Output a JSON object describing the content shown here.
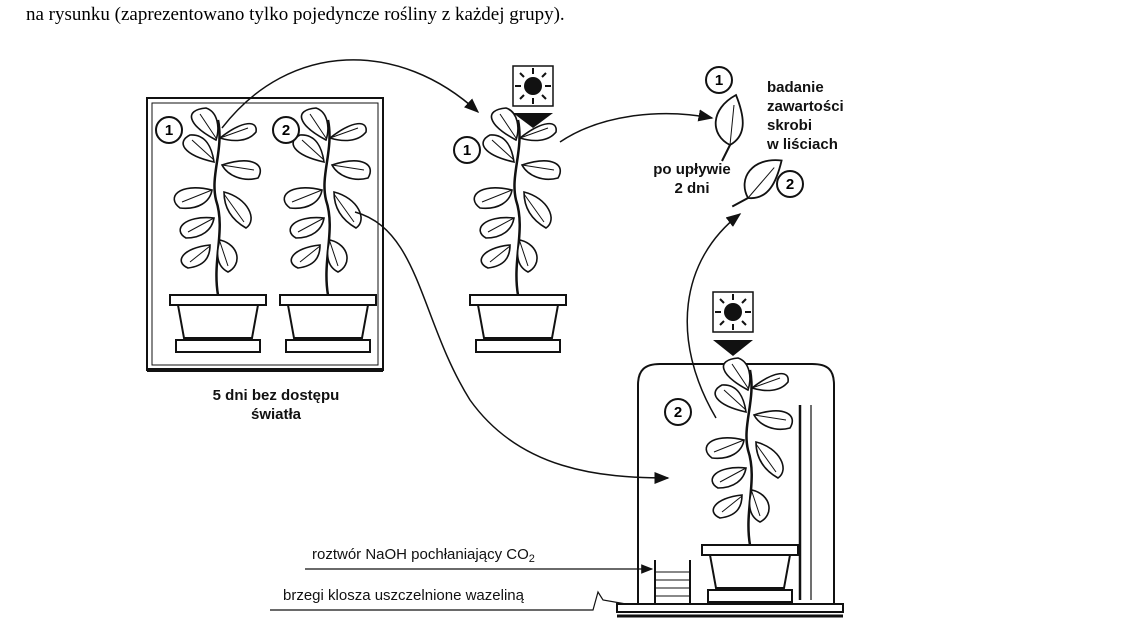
{
  "caption": "na rysunku (zaprezentowano tylko pojedyncze rośliny z każdej grupy).",
  "labels": {
    "dark_box": [
      "5 dni bez dostępu",
      "światła"
    ],
    "time": [
      "po upływie",
      "2 dni"
    ],
    "test": [
      "badanie",
      "zawartości",
      "skrobi",
      "w liściach"
    ],
    "naoh_prefix": "roztwór NaOH pochłaniający CO",
    "naoh_subscript": "2",
    "seal": "brzegi klosza uszczelnione wazeliną"
  },
  "plant_numbers": {
    "box_plant_1": "1",
    "box_plant_2": "2",
    "light_plant": "1",
    "leaf_1": "1",
    "leaf_2": "2",
    "bell_plant": "2"
  },
  "colors": {
    "ink": "#111111",
    "background": "#ffffff"
  },
  "icons": [
    "sun-icon",
    "sun-icon"
  ]
}
